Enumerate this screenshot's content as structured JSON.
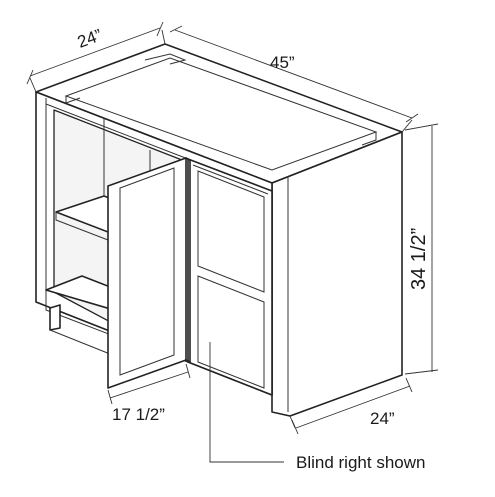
{
  "dimensions": {
    "depth_top": "24”",
    "width_top": "45”",
    "height": "34 1/2”",
    "depth_side": "24”",
    "door_width": "17 1/2”"
  },
  "caption": "Blind right shown"
}
